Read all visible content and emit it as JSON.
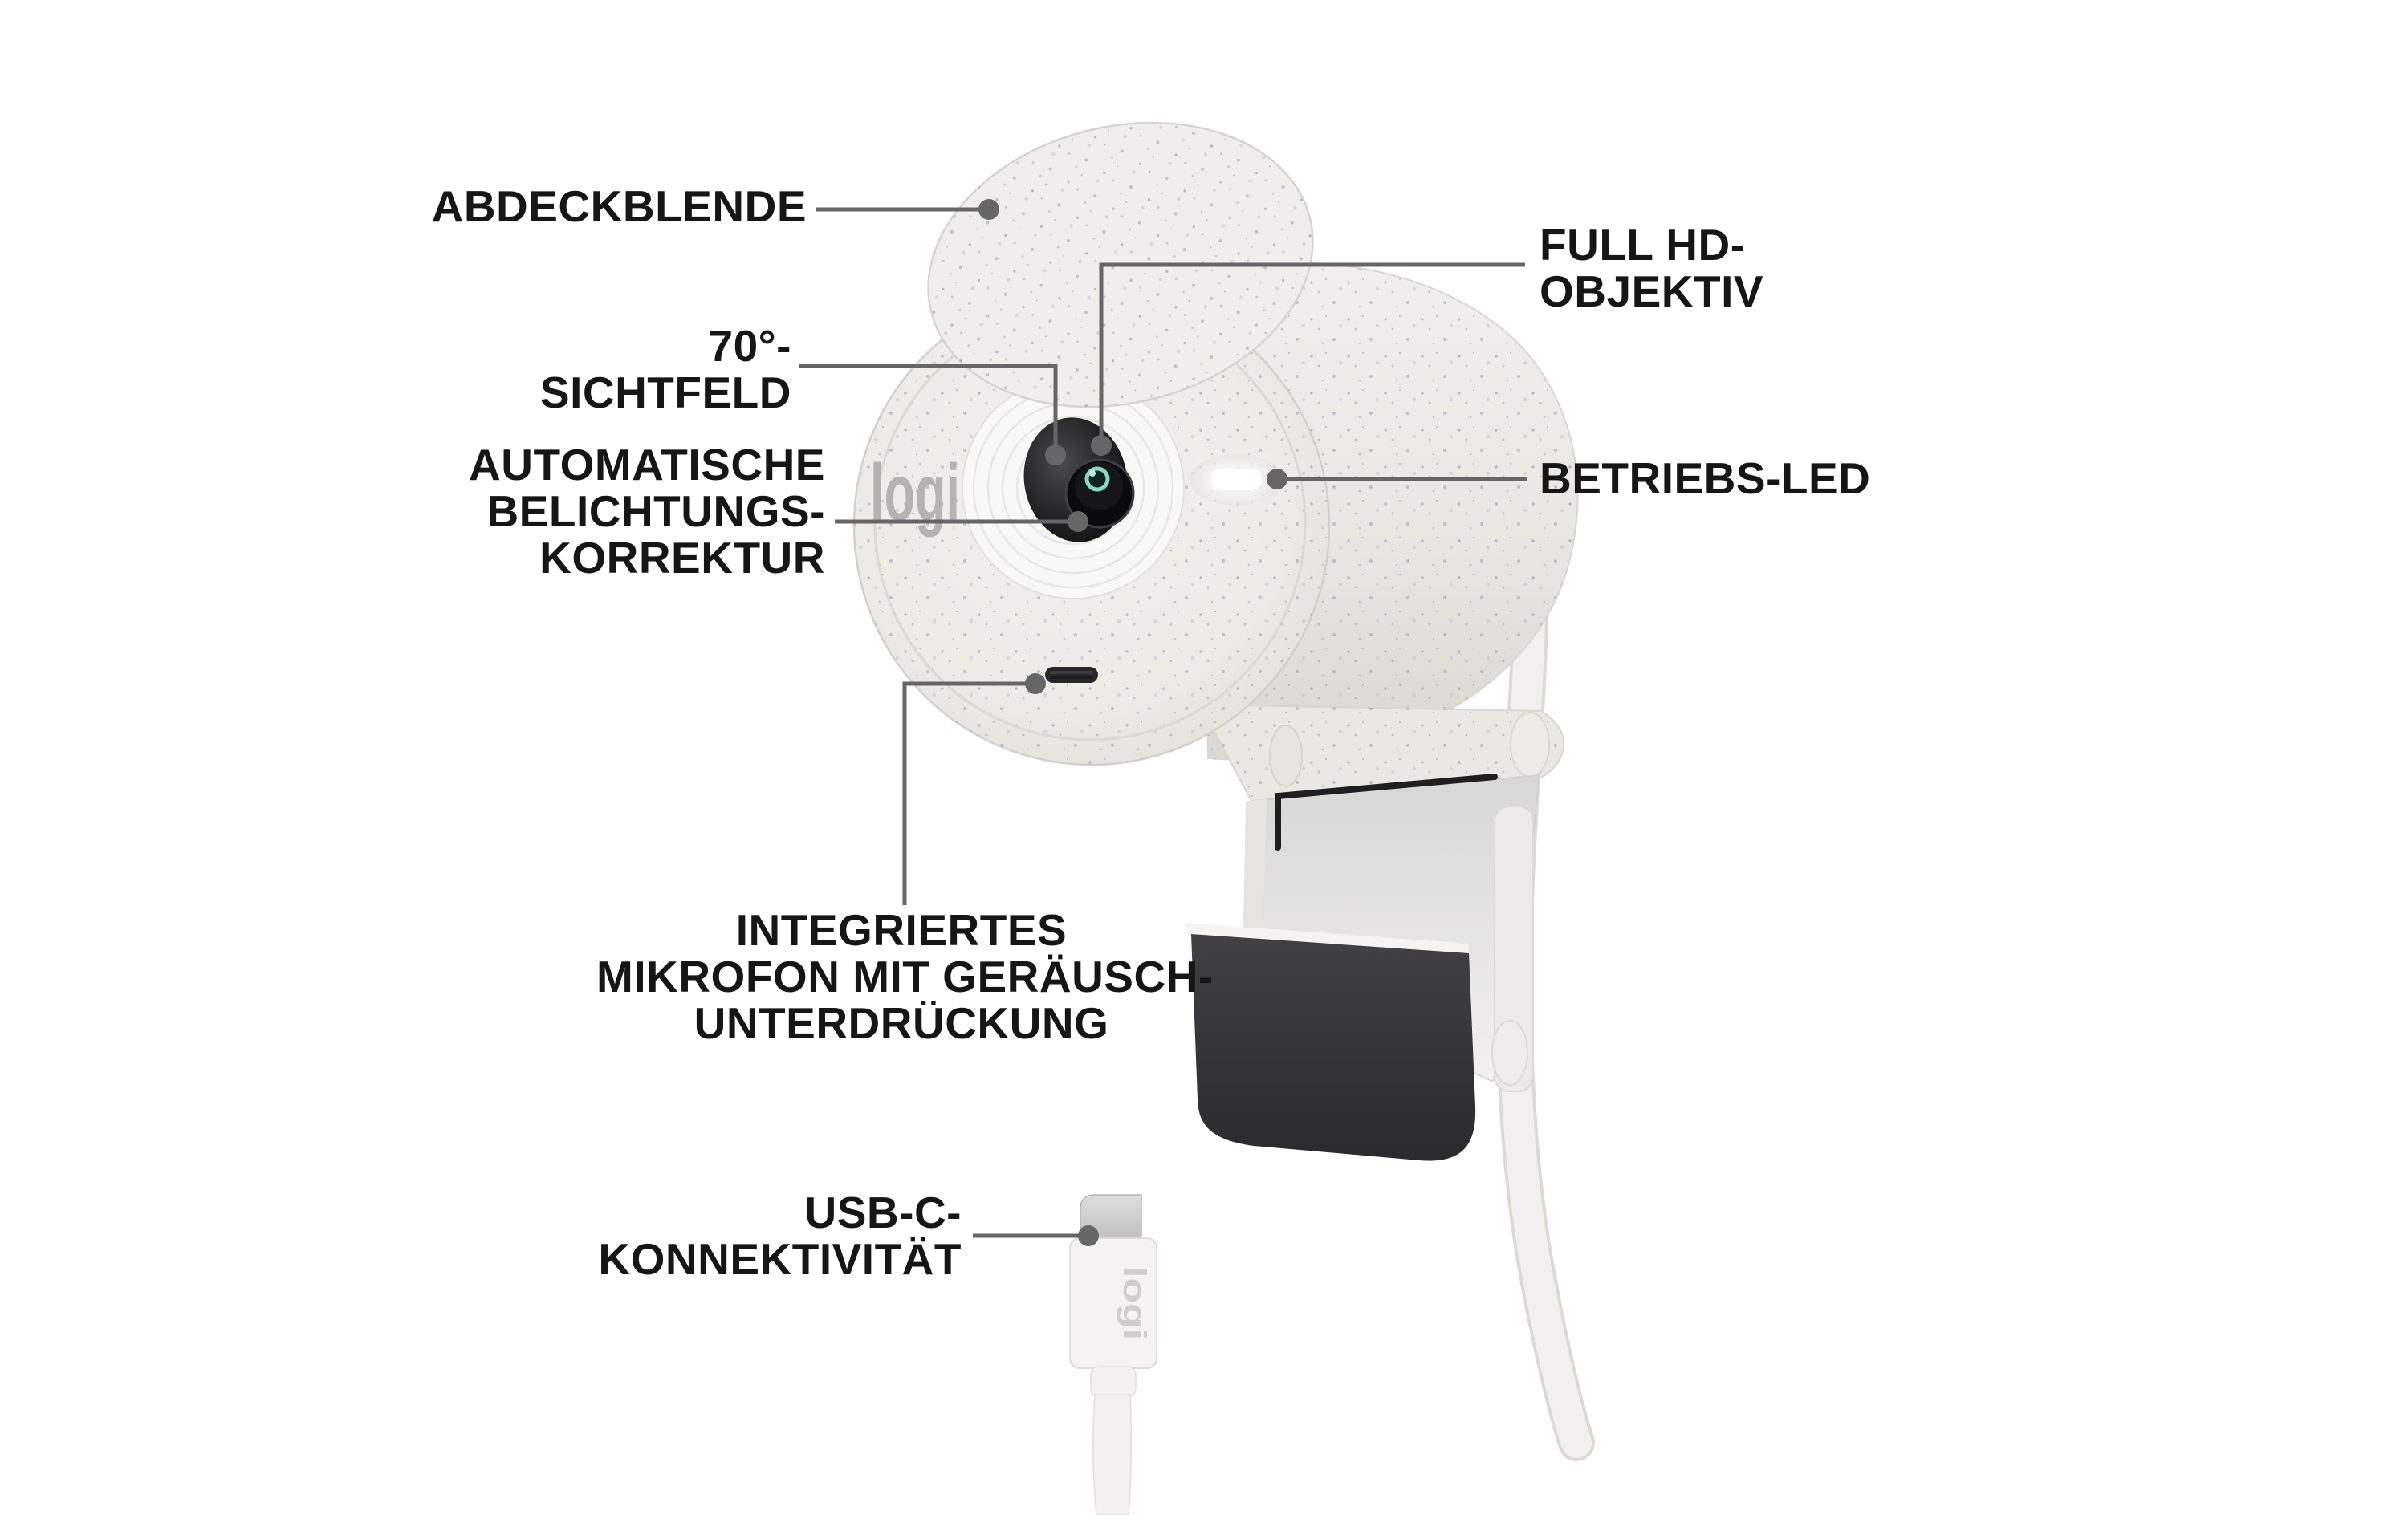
{
  "page": {
    "background": "#ffffff",
    "kind": "product feature callout diagram"
  },
  "device": {
    "body_logo": "logi",
    "plug_logo": "logi"
  },
  "callouts": {
    "abdeckblende": {
      "lines": [
        "ABDECKBLENDE"
      ]
    },
    "sichtfeld": {
      "lines": [
        "70°-",
        "SICHTFELD"
      ]
    },
    "belichtung": {
      "lines": [
        "AUTOMATISCHE",
        "BELICHTUNGS-",
        "KORREKTUR"
      ]
    },
    "mikrofon": {
      "lines": [
        "INTEGRIERTES",
        "MIKROFON MIT GERÄUSCH-",
        "UNTERDRÜCKUNG"
      ]
    },
    "usbc": {
      "lines": [
        "USB-C-",
        "KONNEKTIVITÄT"
      ]
    },
    "fullhd": {
      "lines": [
        "FULL HD-",
        "OBJEKTIV"
      ]
    },
    "led": {
      "lines": [
        "BETRIEBS-LED"
      ]
    }
  },
  "colors": {
    "label_text": "#161616",
    "leader": "#666666",
    "body_offwhite": "#edebe7",
    "recess_white": "#f8f8f6",
    "lens_dark": "#141416",
    "lens_teal": "#8bd5c5",
    "led_white": "#ffffff",
    "clip_dark_panel": "#333335",
    "cable_white": "#f2f0ed"
  }
}
